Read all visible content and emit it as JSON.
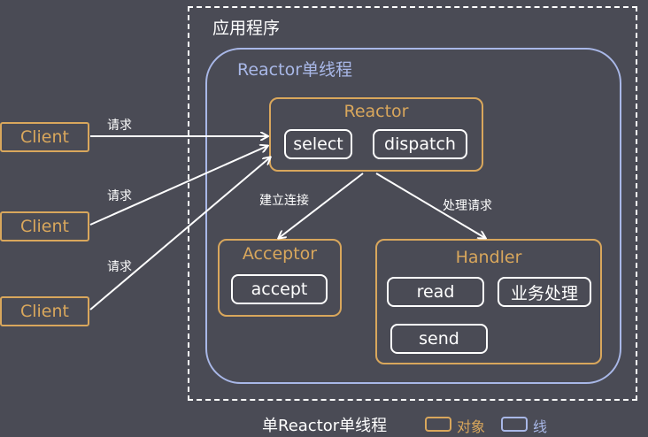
{
  "app_box": {
    "title": "应用程序"
  },
  "reactor_thread": {
    "title": "Reactor单线程"
  },
  "reactor": {
    "title": "Reactor",
    "select": "select",
    "dispatch": "dispatch"
  },
  "acceptor": {
    "title": "Acceptor",
    "accept": "accept"
  },
  "handler": {
    "title": "Handler",
    "read": "read",
    "business": "业务处理",
    "send": "send"
  },
  "clients": [
    "Client",
    "Client",
    "Client"
  ],
  "edge_labels": {
    "request1": "请求",
    "request2": "请求",
    "request3": "请求",
    "connect": "建立连接",
    "process": "处理请求"
  },
  "caption": "单Reactor单线程",
  "legend": {
    "object": "对象",
    "thread": "线"
  },
  "colors": {
    "object": "#d9a75c",
    "thread": "#a9b8e8",
    "arrow": "#ffffff"
  }
}
